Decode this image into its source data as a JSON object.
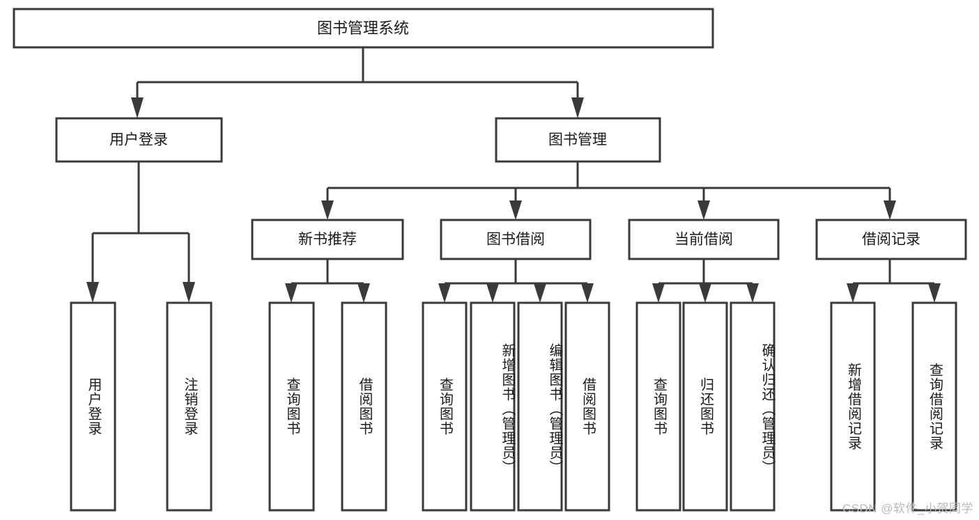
{
  "diagram": {
    "type": "tree",
    "title": "图书管理系统",
    "watermark": "CSDN @软件_小贺同学",
    "colors": {
      "box_stroke": "#3a3a3a",
      "box_fill": "#ffffff",
      "connector": "#3a3a3a",
      "text": "#1a1a1a",
      "watermark": "#b9b9b9",
      "background": "#ffffff"
    },
    "root": {
      "label": "图书管理系统"
    },
    "level1": [
      {
        "label": "用户登录"
      },
      {
        "label": "图书管理"
      }
    ],
    "level2": [
      {
        "label": "新书推荐"
      },
      {
        "label": "图书借阅"
      },
      {
        "label": "当前借阅"
      },
      {
        "label": "借阅记录"
      }
    ],
    "leaves": {
      "user_login": [
        {
          "label": "用户登录"
        },
        {
          "label": "注销登录"
        }
      ],
      "new_book_recommend": [
        {
          "label": "查询图书"
        },
        {
          "label": "借阅图书"
        }
      ],
      "book_borrow": [
        {
          "label": "查询图书"
        },
        {
          "label": "新增图书（管理员）"
        },
        {
          "label": "编辑图书（管理员）"
        },
        {
          "label": "借阅图书"
        }
      ],
      "current_borrow": [
        {
          "label": "查询图书"
        },
        {
          "label": "归还图书"
        },
        {
          "label": "确认归还（管理员）"
        }
      ],
      "borrow_record": [
        {
          "label": "新增借阅记录"
        },
        {
          "label": "查询借阅记录"
        }
      ]
    }
  }
}
